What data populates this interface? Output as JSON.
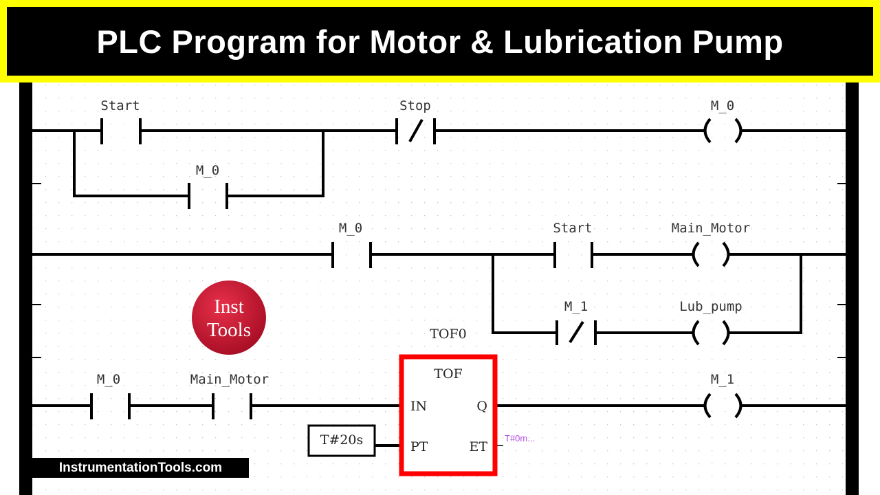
{
  "title": "PLC Program for Motor & Lubrication Pump",
  "colors": {
    "header_border": "#ffff00",
    "header_bg": "#000000",
    "block_outline": "#ff0000",
    "et_value": "#b050e0"
  },
  "rungs": [
    {
      "contacts": [
        {
          "label": "Start",
          "type": "NO"
        },
        {
          "label": "Stop",
          "type": "NC"
        }
      ],
      "branch": {
        "label": "M_0",
        "type": "NO"
      },
      "coil": "M_0"
    },
    {
      "contacts": [
        {
          "label": "M_0",
          "type": "NO"
        },
        {
          "label": "Start",
          "type": "NO"
        }
      ],
      "coil": "Main_Motor",
      "branch": {
        "label": "M_1",
        "type": "NC",
        "coil": "Lub_pump"
      }
    },
    {
      "contacts": [
        {
          "label": "M_0",
          "type": "NO"
        },
        {
          "label": "Main_Motor",
          "type": "NO"
        }
      ],
      "timer": {
        "instance": "TOF0",
        "type": "TOF",
        "in": "IN",
        "pt": "PT",
        "q": "Q",
        "et": "ET",
        "preset": "T#20s",
        "et_value": "T#0m..."
      },
      "coil": "M_1"
    }
  ],
  "logo": {
    "line1": "Inst",
    "line2": "Tools"
  },
  "watermark": "InstrumentationTools.com"
}
